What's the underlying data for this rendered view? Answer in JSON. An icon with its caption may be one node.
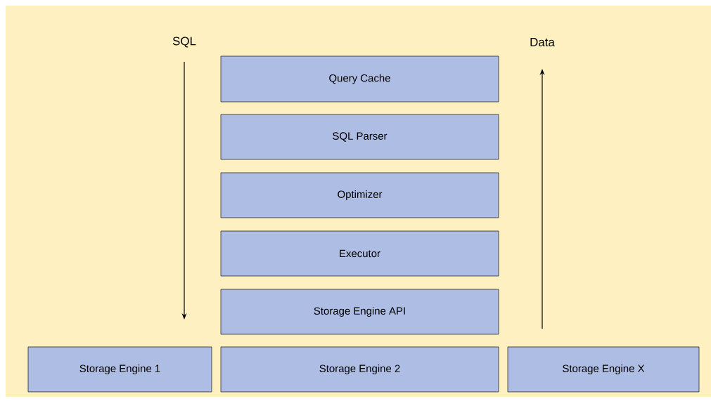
{
  "diagram": {
    "nodes": [
      {
        "text": [
          "Query Cache"
        ]
      },
      {
        "text": [
          "SQL Parser"
        ]
      },
      {
        "text": [
          "Optimizer"
        ]
      },
      {
        "text": [
          "Executor"
        ]
      },
      {
        "text": [
          "Storage Engine API"
        ]
      },
      {
        "text": [
          "Storage Engine 1"
        ]
      },
      {
        "text": [
          "Storage Engine 2"
        ]
      },
      {
        "text": [
          "Storage Engine X"
        ]
      }
    ],
    "labels": [
      "SQL",
      "Data"
    ]
  }
}
